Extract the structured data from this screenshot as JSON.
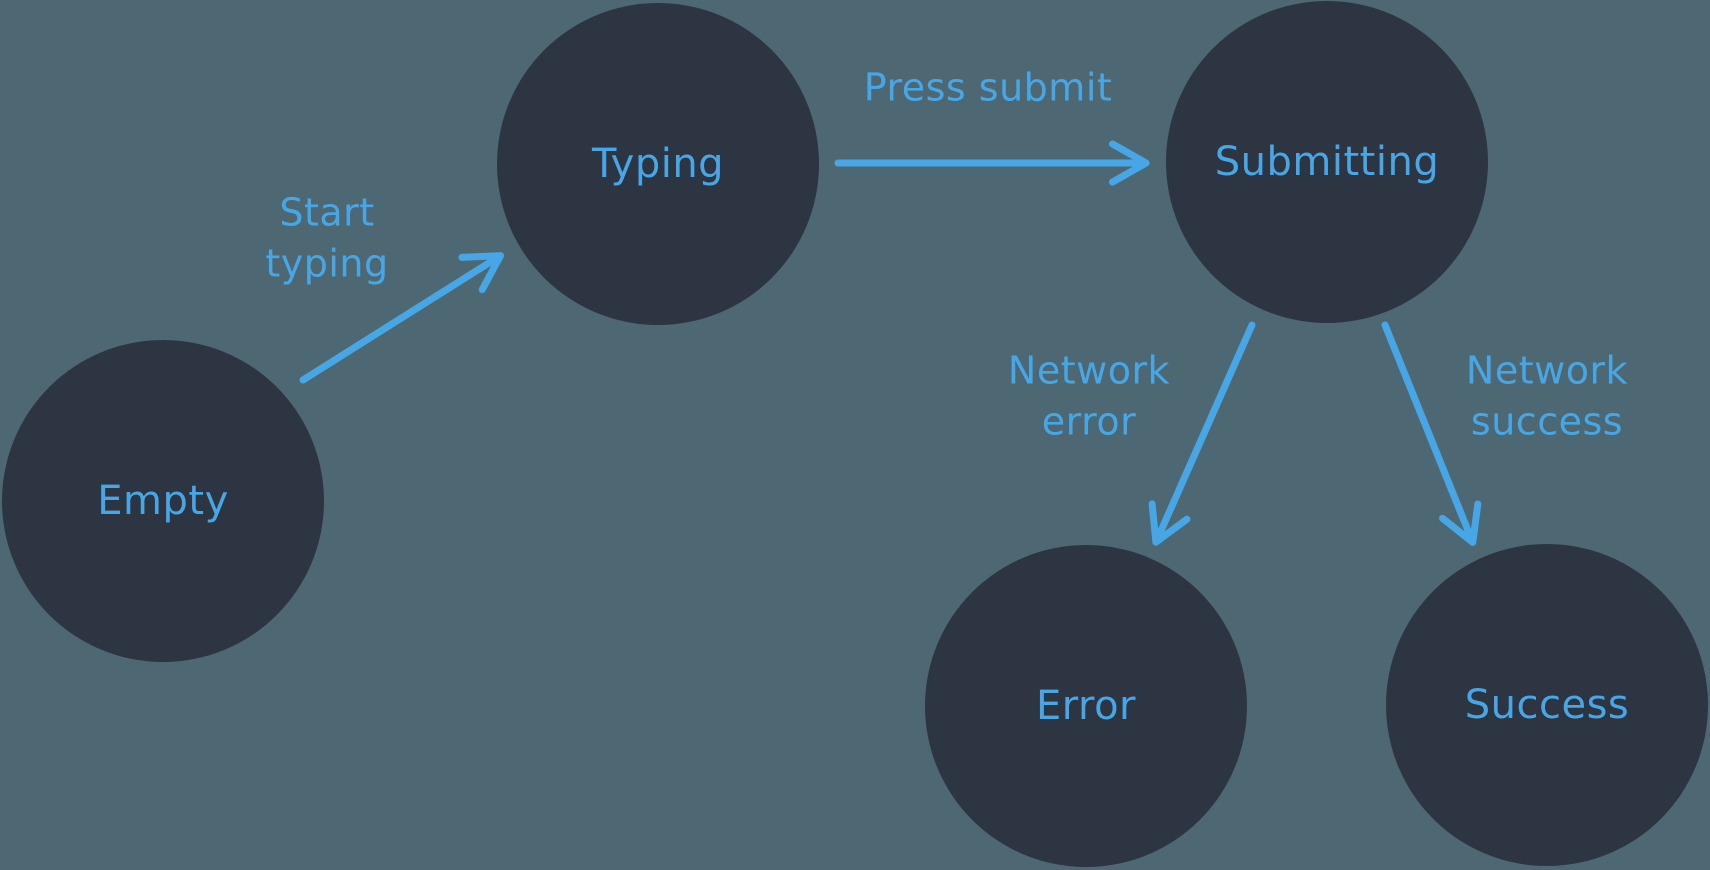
{
  "diagram": {
    "type": "state-machine",
    "nodes": [
      {
        "id": "empty",
        "label": "Empty"
      },
      {
        "id": "typing",
        "label": "Typing"
      },
      {
        "id": "submitting",
        "label": "Submitting"
      },
      {
        "id": "error",
        "label": "Error"
      },
      {
        "id": "success",
        "label": "Success"
      }
    ],
    "edges": [
      {
        "from": "empty",
        "to": "typing",
        "label": "Start typing"
      },
      {
        "from": "typing",
        "to": "submitting",
        "label": "Press submit"
      },
      {
        "from": "submitting",
        "to": "error",
        "label": "Network error"
      },
      {
        "from": "submitting",
        "to": "success",
        "label": "Network success"
      }
    ]
  },
  "colors": {
    "background": "#4D6872",
    "node_fill": "#2D3442",
    "accent_blue": "#47A7E6"
  }
}
